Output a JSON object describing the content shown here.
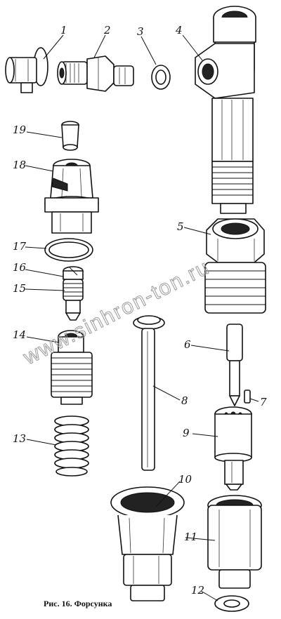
{
  "figure": {
    "caption": "Рис. 16. Форсунка",
    "watermark": "www.sinhron-ton.ru"
  },
  "callouts": [
    {
      "id": "1",
      "label": "1"
    },
    {
      "id": "2",
      "label": "2"
    },
    {
      "id": "3",
      "label": "3"
    },
    {
      "id": "4",
      "label": "4"
    },
    {
      "id": "5",
      "label": "5"
    },
    {
      "id": "6",
      "label": "6"
    },
    {
      "id": "7",
      "label": "7"
    },
    {
      "id": "8",
      "label": "8"
    },
    {
      "id": "9",
      "label": "9"
    },
    {
      "id": "10",
      "label": "10"
    },
    {
      "id": "11",
      "label": "11"
    },
    {
      "id": "12",
      "label": "12"
    },
    {
      "id": "13",
      "label": "13"
    },
    {
      "id": "14",
      "label": "14"
    },
    {
      "id": "15",
      "label": "15"
    },
    {
      "id": "16",
      "label": "16"
    },
    {
      "id": "17",
      "label": "17"
    },
    {
      "id": "18",
      "label": "18"
    },
    {
      "id": "19",
      "label": "19"
    }
  ]
}
